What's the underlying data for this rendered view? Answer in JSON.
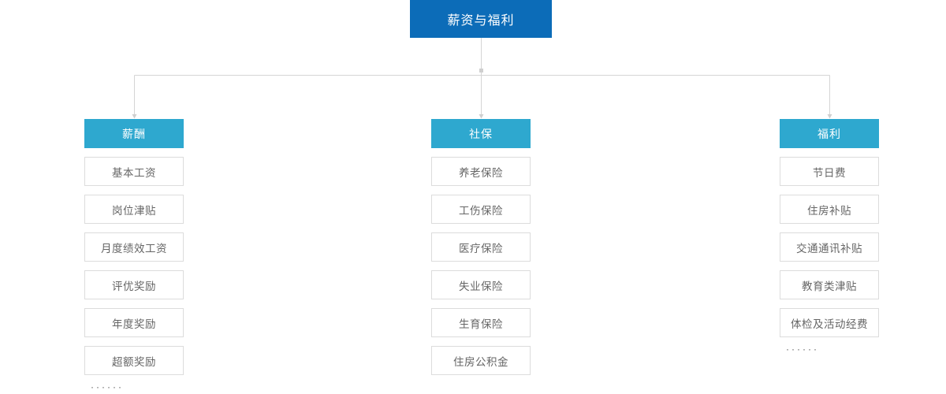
{
  "diagram": {
    "type": "org-tree",
    "title": "薪资与福利",
    "colors": {
      "root_fill": "#0c6cb8",
      "root_text": "#ffffff",
      "branch_fill": "#2ea8cf",
      "branch_text": "#ffffff",
      "leaf_border": "#dcdcdc",
      "leaf_fill": "#ffffff",
      "leaf_text": "#666666",
      "connector": "#d5d5d5",
      "background": "#ffffff"
    },
    "root": {
      "label": "薪资与福利"
    },
    "branches": [
      {
        "header": "薪酬",
        "items": [
          "基本工资",
          "岗位津贴",
          "月度绩效工资",
          "评优奖励",
          "年度奖励",
          "超额奖励"
        ],
        "more": "······"
      },
      {
        "header": "社保",
        "items": [
          "养老保险",
          "工伤保险",
          "医疗保险",
          "失业保险",
          "生育保险",
          "住房公积金"
        ],
        "more": ""
      },
      {
        "header": "福利",
        "items": [
          "节日费",
          "住房补贴",
          "交通通讯补贴",
          "教育类津贴",
          "体检及活动经费"
        ],
        "more": "······"
      }
    ]
  }
}
